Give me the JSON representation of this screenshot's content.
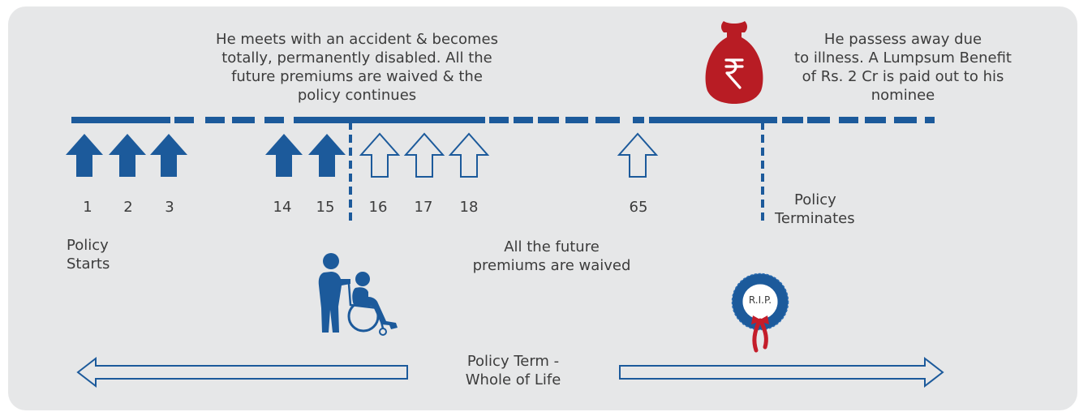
{
  "events": {
    "disability": [
      "He meets with an accident & becomes",
      "totally, permanently disabled. All the",
      "future premiums are waived & the",
      "policy continues"
    ],
    "death": [
      "He passess away due",
      "to illness. A Lumpsum Benefit",
      "of Rs. 2 Cr is paid out to his",
      "nominee"
    ]
  },
  "years": [
    "1",
    "2",
    "3",
    "14",
    "15",
    "16",
    "17",
    "18",
    "65"
  ],
  "labels": {
    "starts": [
      "Policy",
      "Starts"
    ],
    "terminates": [
      "Policy",
      "Terminates"
    ],
    "waived": [
      "All the future",
      "premiums are waived"
    ],
    "term": [
      "Policy Term -",
      "Whole of Life"
    ],
    "rip": "R.I.P."
  },
  "icons": [
    "money-bag-icon",
    "wheelchair-icon",
    "rip-wreath-icon"
  ],
  "colors": {
    "timeline_blue": "#1c5a9b",
    "money_bag_red": "#b81c24",
    "panel_gray": "#e6e7e8"
  }
}
